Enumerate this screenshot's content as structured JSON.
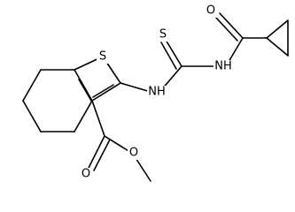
{
  "atoms": {
    "thiophene_s": "S",
    "thiourea_s": "S",
    "amide_o": "O",
    "amine_nh": "NH",
    "imide_nh": "NH",
    "ester_o_carbonyl": "O",
    "ester_o_methoxy": "O"
  },
  "colors": {
    "ink": "#000000",
    "background": "#ffffff"
  }
}
